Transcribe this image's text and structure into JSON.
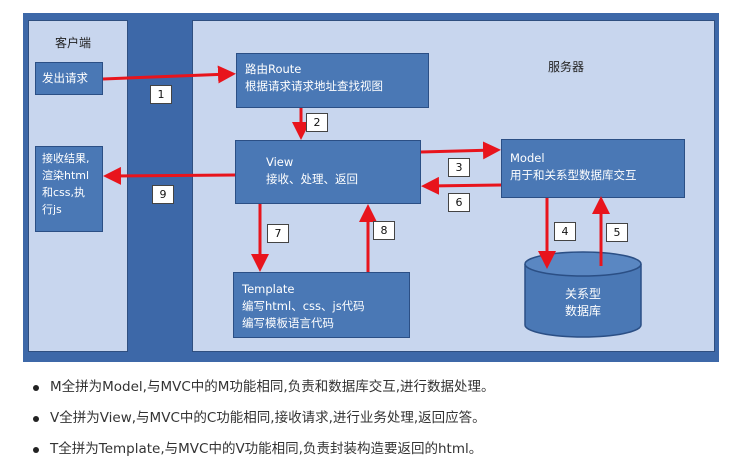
{
  "client": {
    "title": "客户端",
    "send_request": "发出请求",
    "receive_lines": [
      "接收结果,",
      "渲染html",
      "和css,执",
      "行js"
    ]
  },
  "server": {
    "title": "服务器"
  },
  "route": {
    "line1": "路由Route",
    "line2": "根据请求请求地址查找视图"
  },
  "view": {
    "line1": "View",
    "line2": "接收、处理、返回"
  },
  "model": {
    "line1": "Model",
    "line2": "用于和关系型数据库交互"
  },
  "template": {
    "line1": "Template",
    "line2": "编写html、css、js代码",
    "line3": "编写模板语言代码"
  },
  "database": {
    "line1": "关系型",
    "line2": "数据库"
  },
  "steps": [
    "1",
    "2",
    "3",
    "4",
    "5",
    "6",
    "7",
    "8",
    "9"
  ],
  "colors": {
    "background": "#3d68a8",
    "panel": "#c8d6ee",
    "box": "#4a78b5",
    "arrow": "#e8141c"
  },
  "bullets": [
    "M全拼为Model,与MVC中的M功能相同,负责和数据库交互,进行数据处理。",
    "V全拼为View,与MVC中的C功能相同,接收请求,进行业务处理,返回应答。",
    "T全拼为Template,与MVC中的V功能相同,负责封装构造要返回的html。"
  ]
}
